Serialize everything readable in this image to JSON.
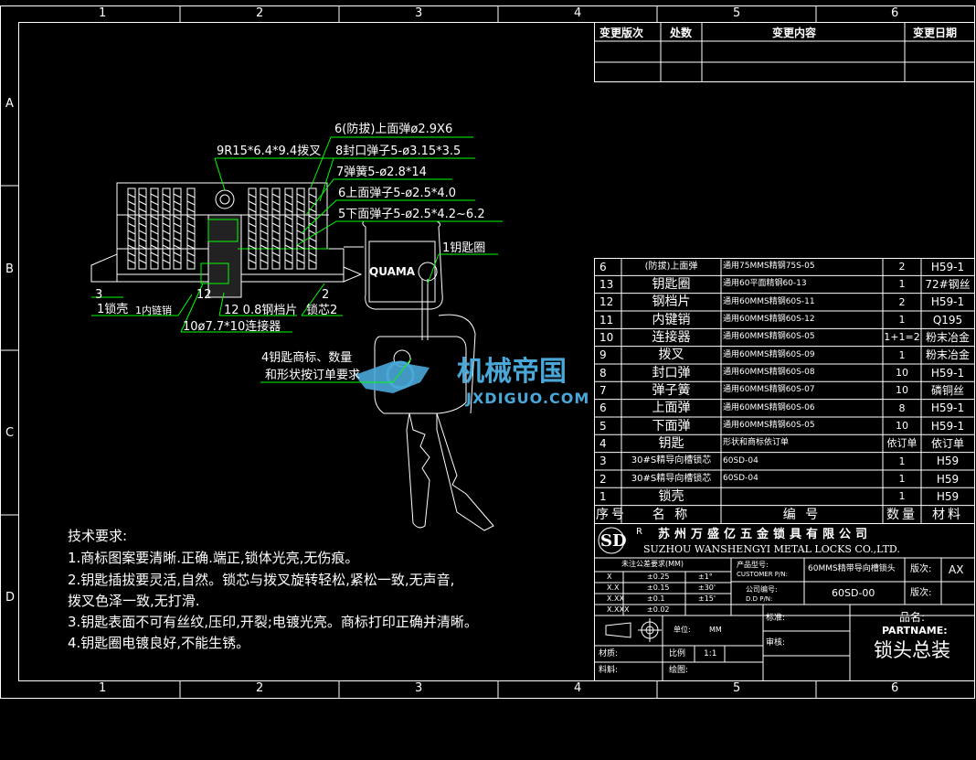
{
  "palette": {
    "background": "#000000",
    "line": "#ffffff",
    "accent": "#00ff00",
    "logo": "#4aa8d8"
  },
  "grid": {
    "columns": [
      "1",
      "2",
      "3",
      "4",
      "5",
      "6"
    ],
    "rows": [
      "A",
      "B",
      "C",
      "D"
    ]
  },
  "revision_table": {
    "headers": [
      "变更版次",
      "处数",
      "变更内容",
      "变更日期"
    ]
  },
  "callouts": {
    "c6": "6(防拔)上面弹ø2.9X6",
    "c9": "9R15*6.4*9.4拨叉",
    "c8": "8封口弹子5-ø3.15*3.5",
    "c7": "7弹簧5-ø2.8*14",
    "c6b": "6上面弹子5-ø2.5*4.0",
    "c5": "5下面弹子5-ø2.5*4.2~6.2",
    "c13": "1钥匙圈",
    "c3": "3",
    "c1": "1锁壳",
    "c11": "1内链销",
    "c12": "12",
    "c2": "2",
    "c12b": "12 0.8钢档片",
    "c10": "10ø7.7*10连接器",
    "ccore": "锁芯2",
    "c4a": "4钥匙商标、数量",
    "c4b": "和形状按订单要求"
  },
  "key_brand": "QUAMA",
  "watermark": {
    "cn": "机械帝国",
    "en": "JXDIGUO.COM"
  },
  "bom": {
    "rows": [
      {
        "no": "6",
        "name": "(防拔)上面弹",
        "code": "通用75MMS精钢75S-05",
        "qty": "2",
        "mat": "H59-1"
      },
      {
        "no": "13",
        "name": "钥匙圈",
        "code": "通用60平面精钢60-13",
        "qty": "1",
        "mat": "72#钢丝"
      },
      {
        "no": "12",
        "name": "钢档片",
        "code": "通用60MMS精钢60S-11",
        "qty": "2",
        "mat": "H59-1"
      },
      {
        "no": "11",
        "name": "内键销",
        "code": "通用60MMS精钢60S-12",
        "qty": "1",
        "mat": "Q195"
      },
      {
        "no": "10",
        "name": "连接器",
        "code": "通用60MMS精钢60S-05",
        "qty": "1+1=2",
        "mat": "粉末冶金"
      },
      {
        "no": "9",
        "name": "拨叉",
        "code": "通用60MMS精钢60S-09",
        "qty": "1",
        "mat": "粉末冶金"
      },
      {
        "no": "8",
        "name": "封口弹",
        "code": "通用60MMS精钢60S-08",
        "qty": "10",
        "mat": "H59-1"
      },
      {
        "no": "7",
        "name": "弹子簧",
        "code": "通用60MMS精钢60S-07",
        "qty": "10",
        "mat": "磷铜丝"
      },
      {
        "no": "6",
        "name": "上面弹",
        "code": "通用60MMS精钢60S-06",
        "qty": "8",
        "mat": "H59-1"
      },
      {
        "no": "5",
        "name": "下面弹",
        "code": "通用60MMS精钢60S-05",
        "qty": "10",
        "mat": "H59-1"
      },
      {
        "no": "4",
        "name": "钥匙",
        "code": "形状和商标依订单",
        "qty": "依订单",
        "mat": "依订单"
      },
      {
        "no": "3",
        "name": "30#S精导向槽锁芯",
        "code": "60SD-04",
        "qty": "1",
        "mat": "H59"
      },
      {
        "no": "2",
        "name": "30#S精导向槽锁芯",
        "code": "60SD-04",
        "qty": "1",
        "mat": "H59"
      },
      {
        "no": "1",
        "name": "锁壳",
        "code": "",
        "qty": "1",
        "mat": "H59"
      }
    ],
    "headers": {
      "no": "序号",
      "name": "名 称",
      "code": "编 号",
      "qty": "数量",
      "mat": "材料"
    }
  },
  "title_block": {
    "logo": "SD",
    "logo_r": "R",
    "company_cn": "苏州万盛亿五金锁具有限公司",
    "company_en": "SUZHOU WANSHENGYI METAL LOCKS CO.,LTD.",
    "tolerance_title": "未注公差要求(MM)",
    "tol_rows": [
      {
        "a": "X",
        "b": "±0.25",
        "c": "±1°"
      },
      {
        "a": "X.X",
        "b": "±0.15",
        "c": "±30'"
      },
      {
        "a": "X.XX",
        "b": "±0.1",
        "c": "±15'"
      },
      {
        "a": "X.XXX",
        "b": "±0.02",
        "c": ""
      }
    ],
    "product_label": "产品型号:",
    "product_label_en": "CUSTOMER P/N:",
    "product_value": "60MMS精带导向槽锁头",
    "version_label": "版次:",
    "version_value": "AX",
    "company_code_label": "公司编号:",
    "company_code_label_en": "D.D P/N:",
    "company_code_value": "60SD-00",
    "version_label2": "版次:",
    "unit_label": "单位:",
    "unit_value": "MM",
    "material_label": "材质:",
    "scale_label": "比例",
    "scale_value": "1:1",
    "charge_label": "料斛:",
    "draw_label": "绘图:",
    "std_label": "标准:",
    "review_label": "审核:",
    "partname_cn": "品名:",
    "partname_en": "PARTNAME:",
    "partname_value": "锁头总装"
  },
  "requirements": {
    "title": "技术要求:",
    "lines": [
      "1.商标图案要清晰.正确.端正,锁体光亮,无伤痕。",
      "2.钥匙插拔要灵活,自然。锁芯与拨叉旋转轻松,紧松一致,无声音,",
      "拨叉色泽一致,无打滑.",
      "3.钥匙表面不可有丝纹,压印,开裂;电镀光亮。商标打印正确并清晰。",
      "4.钥匙圈电镀良好,不能生锈。"
    ]
  }
}
